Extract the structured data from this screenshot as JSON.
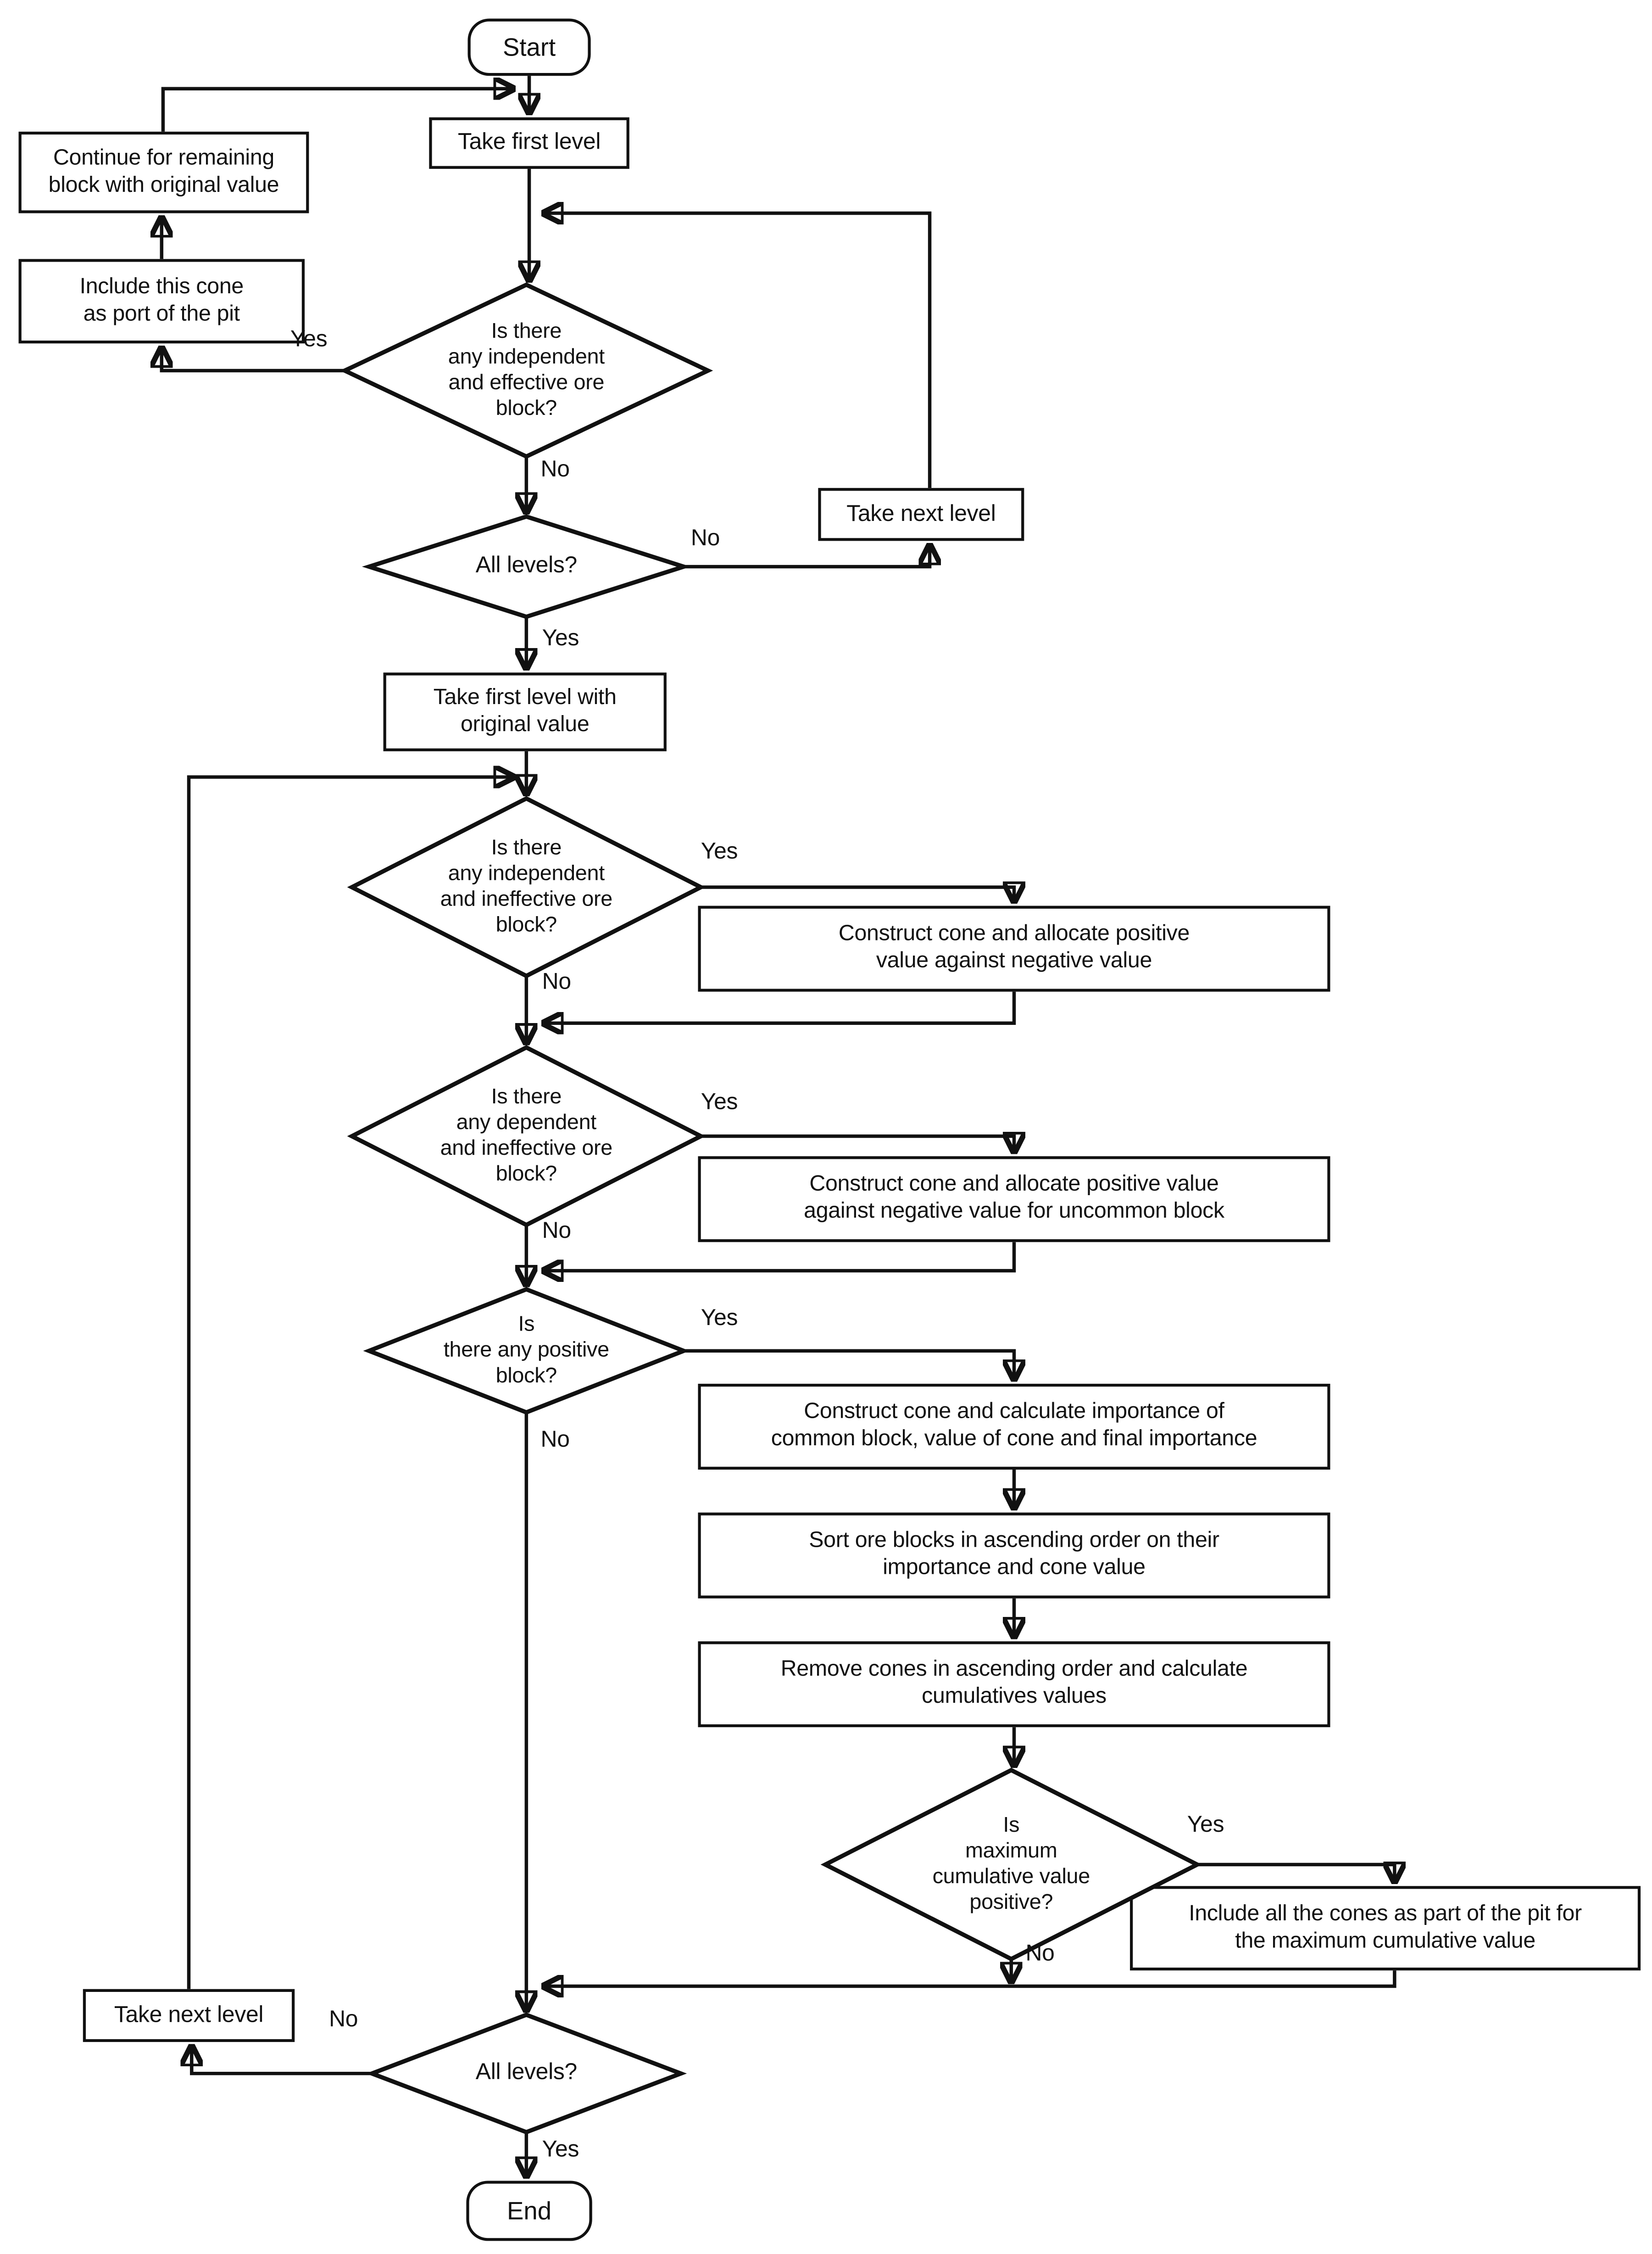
{
  "page": {
    "background": "#ffffff",
    "ink": "#111111"
  },
  "flowchart": {
    "nodes": {
      "start": {
        "label": "Start",
        "shape": "terminator"
      },
      "take_first_level": {
        "label": "Take first level",
        "shape": "process"
      },
      "continue_remaining": {
        "label": "Continue for remaining\nblock with original value",
        "shape": "process"
      },
      "include_cone": {
        "label": "Include this cone\nas port of the pit",
        "shape": "process"
      },
      "independent_effective": {
        "label": "Is there\nany independent\nand effective ore\nblock?",
        "shape": "decision"
      },
      "all_levels_top": {
        "label": "All levels?",
        "shape": "decision"
      },
      "take_next_level_top": {
        "label": "Take next level",
        "shape": "process"
      },
      "take_first_level_original": {
        "label": "Take first level with\noriginal value",
        "shape": "process"
      },
      "independent_ineffective": {
        "label": "Is there\nany independent\nand ineffective ore\nblock?",
        "shape": "decision"
      },
      "construct_allocate": {
        "label": "Construct cone and allocate positive\nvalue against negative value",
        "shape": "process"
      },
      "dependent_ineffective": {
        "label": "Is there\nany dependent\nand ineffective ore\nblock?",
        "shape": "decision"
      },
      "construct_allocate_uncommon": {
        "label": "Construct cone and allocate positive value\nagainst negative value for uncommon block",
        "shape": "process"
      },
      "positive_block": {
        "label": "Is\nthere any positive\nblock?",
        "shape": "decision"
      },
      "construct_importance": {
        "label": "Construct cone and calculate importance of\ncommon block, value of cone and final importance",
        "shape": "process"
      },
      "sort_blocks": {
        "label": "Sort ore blocks in ascending order on their\nimportance and cone value",
        "shape": "process"
      },
      "remove_cones": {
        "label": "Remove cones in ascending order and calculate\ncumulatives values",
        "shape": "process"
      },
      "max_cumulative": {
        "label": "Is\nmaximum\ncumulative value\npositive?",
        "shape": "decision"
      },
      "include_all_cones": {
        "label": "Include all the cones as part of the pit for\nthe maximum cumulative value",
        "shape": "process"
      },
      "take_next_level_bottom": {
        "label": "Take next level",
        "shape": "process"
      },
      "all_levels_bottom": {
        "label": "All levels?",
        "shape": "decision"
      },
      "end": {
        "label": "End",
        "shape": "terminator"
      }
    },
    "branch_labels": {
      "independent_effective_yes": "Yes",
      "independent_effective_no": "No",
      "all_levels_top_no": "No",
      "all_levels_top_yes": "Yes",
      "independent_ineffective_yes": "Yes",
      "independent_ineffective_no": "No",
      "dependent_ineffective_yes": "Yes",
      "dependent_ineffective_no": "No",
      "positive_block_yes": "Yes",
      "positive_block_no": "No",
      "max_cumulative_yes": "Yes",
      "max_cumulative_no": "No",
      "all_levels_bottom_no": "No",
      "all_levels_bottom_yes": "Yes"
    }
  }
}
